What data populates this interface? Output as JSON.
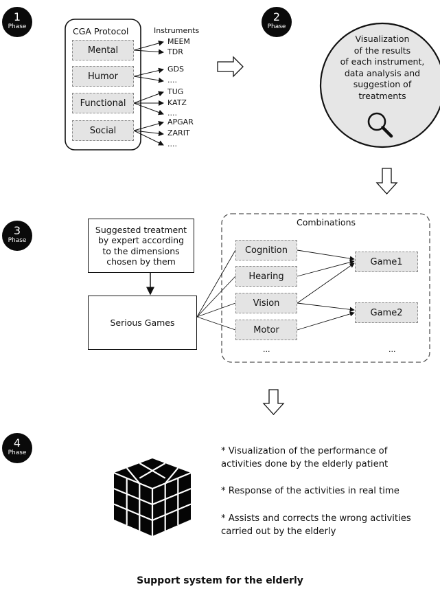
{
  "phases": [
    {
      "number": "1",
      "label": "Phase"
    },
    {
      "number": "2",
      "label": "Phase"
    },
    {
      "number": "3",
      "label": "Phase"
    },
    {
      "number": "4",
      "label": "Phase"
    }
  ],
  "phase1": {
    "protocol_title": "CGA Protocol",
    "instruments_title": "Instruments",
    "dimensions": [
      "Mental",
      "Humor",
      "Functional",
      "Social"
    ],
    "instruments": [
      "MEEM",
      "TDR",
      "GDS",
      "....",
      "TUG",
      "KATZ",
      "....",
      "APGAR",
      "ZARIT",
      "...."
    ]
  },
  "phase2": {
    "lines": [
      "Visualization",
      "of the results",
      "of each instrument,",
      "data analysis and",
      "suggestion of",
      "treatments"
    ],
    "icon": "magnifier-icon"
  },
  "phase3": {
    "suggested_lines": [
      "Suggested treatment",
      "by expert according",
      "to the dimensions",
      "chosen by them"
    ],
    "serious_games": "Serious Games",
    "combinations_title": "Combinations",
    "dimensions": [
      "Cognition",
      "Hearing",
      "Vision",
      "Motor"
    ],
    "games": [
      "Game1",
      "Game2"
    ],
    "ellipsis_left": "...",
    "ellipsis_right": "..."
  },
  "phase4": {
    "items": [
      [
        "* Visualization of the performance of",
        "activities done by the elderly patient"
      ],
      [
        "* Response of the activities in real time"
      ],
      [
        "* Assists and corrects the wrong activities",
        "carried out by the elderly"
      ]
    ],
    "icon": "rubiks-cube-icon"
  },
  "footer": "Support system for the elderly"
}
